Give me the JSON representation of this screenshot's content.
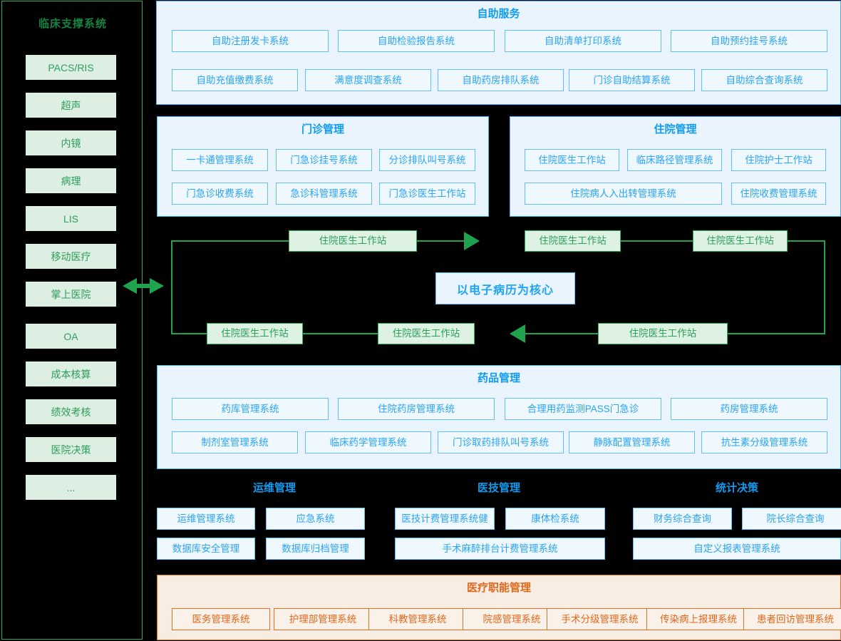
{
  "sidebar": {
    "title": "临床支撑系统",
    "items": [
      {
        "label": "PACS/RIS"
      },
      {
        "label": "超声"
      },
      {
        "label": "内镜"
      },
      {
        "label": "病理"
      },
      {
        "label": "LIS"
      },
      {
        "label": "移动医疗"
      },
      {
        "label": "掌上医院"
      },
      {
        "label": "OA"
      },
      {
        "label": "成本核算"
      },
      {
        "label": "绩效考核"
      },
      {
        "label": "医院决策"
      },
      {
        "label": "..."
      }
    ]
  },
  "self_service": {
    "title": "自助服务",
    "row1": [
      {
        "label": "自助注册发卡系统"
      },
      {
        "label": "自助检验报告系统"
      },
      {
        "label": "自助清单打印系统"
      },
      {
        "label": "自助预约挂号系统"
      }
    ],
    "row2": [
      {
        "label": "自助充值缴费系统"
      },
      {
        "label": "满意度调查系统"
      },
      {
        "label": "自助药房排队系统"
      },
      {
        "label": "门诊自助结算系统"
      },
      {
        "label": "自助综合查询系统"
      }
    ]
  },
  "outpatient": {
    "title": "门诊管理",
    "row1": [
      {
        "label": "一卡通管理系统"
      },
      {
        "label": "门急诊挂号系统"
      },
      {
        "label": "分诊排队叫号系统"
      }
    ],
    "row2": [
      {
        "label": "门急诊收费系统"
      },
      {
        "label": "急诊科管理系统"
      },
      {
        "label": "门急诊医生工作站"
      }
    ]
  },
  "inpatient": {
    "title": "住院管理",
    "row1": [
      {
        "label": "住院医生工作站"
      },
      {
        "label": "临床路径管理系统"
      },
      {
        "label": "住院护士工作站"
      }
    ],
    "row2": [
      {
        "label": "住院病人入出转管理系统"
      },
      {
        "label": "住院收费管理系统"
      }
    ]
  },
  "emr_flow": {
    "core_label": "以电子病历为核心",
    "nodes": [
      {
        "label": "住院医生工作站"
      },
      {
        "label": "住院医生工作站"
      },
      {
        "label": "住院医生工作站"
      },
      {
        "label": "住院医生工作站"
      },
      {
        "label": "住院医生工作站"
      },
      {
        "label": "住院医生工作站"
      }
    ]
  },
  "drug": {
    "title": "药品管理",
    "row1": [
      {
        "label": "药库管理系统"
      },
      {
        "label": "住院药房管理系统"
      },
      {
        "label": "合理用药监测PASS门急诊"
      },
      {
        "label": "药房管理系统"
      }
    ],
    "row2": [
      {
        "label": "制剂室管理系统"
      },
      {
        "label": "临床药学管理系统"
      },
      {
        "label": "门诊取药排队叫号系统"
      },
      {
        "label": "静脉配置管理系统"
      },
      {
        "label": "抗生素分级管理系统"
      }
    ]
  },
  "ops": {
    "title": "运维管理",
    "items": [
      {
        "label": "运维管理系统"
      },
      {
        "label": "应急系统"
      },
      {
        "label": "数据库安全管理"
      },
      {
        "label": "数据库归档管理"
      }
    ]
  },
  "medtech": {
    "title": "医技管理",
    "items": [
      {
        "label": "医技计费管理系统健"
      },
      {
        "label": "康体检系统"
      },
      {
        "label": "手术麻醉排台计费管理系统"
      }
    ]
  },
  "stats": {
    "title": "统计决策",
    "items": [
      {
        "label": "财务综合查询"
      },
      {
        "label": "院长综合查询"
      },
      {
        "label": "自定义报表管理系统"
      }
    ]
  },
  "medical_function": {
    "title": "医疗职能管理",
    "items": [
      {
        "label": "医务管理系统"
      },
      {
        "label": "护理部管理系统"
      },
      {
        "label": "科教管理系统"
      },
      {
        "label": "院感管理系统"
      },
      {
        "label": "手术分级管理系统"
      },
      {
        "label": "传染病上报理系统"
      },
      {
        "label": "患者回访管理系统"
      }
    ]
  },
  "colors": {
    "background": "#000000",
    "green_accent": "#2eaf5d",
    "green_fill": "#ddefe2",
    "blue_accent": "#45b0f3",
    "blue_fill": "#eaf4fe",
    "orange_accent": "#e3702a",
    "orange_fill": "#f7ede3"
  }
}
